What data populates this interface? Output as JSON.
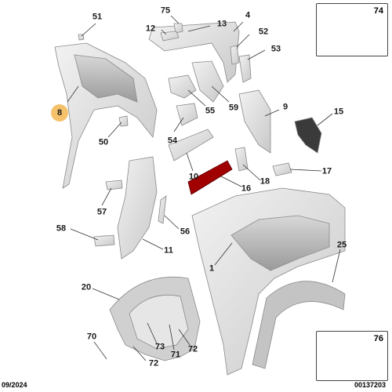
{
  "callouts": {
    "c1": "1",
    "c4": "4",
    "c8": "8",
    "c9": "9",
    "c10": "10",
    "c11": "11",
    "c12": "12",
    "c13": "13",
    "c15": "15",
    "c16": "16",
    "c17": "17",
    "c18": "18",
    "c20": "20",
    "c25": "25",
    "c50": "50",
    "c51": "51",
    "c52": "52",
    "c53": "53",
    "c54": "54",
    "c55": "55",
    "c56": "56",
    "c57": "57",
    "c58": "58",
    "c59": "59",
    "c70": "70",
    "c71": "71",
    "c72a": "72",
    "c72b": "72",
    "c73": "73",
    "c75": "75"
  },
  "insets": {
    "top_right": "74",
    "bottom_right": "76"
  },
  "footer": {
    "date": "09/2024",
    "code": "00137203"
  },
  "colors": {
    "part_fill": "#e8e8e8",
    "part_stroke": "#8a8a8a",
    "leader": "#333333",
    "highlight": "#f5c26b"
  }
}
